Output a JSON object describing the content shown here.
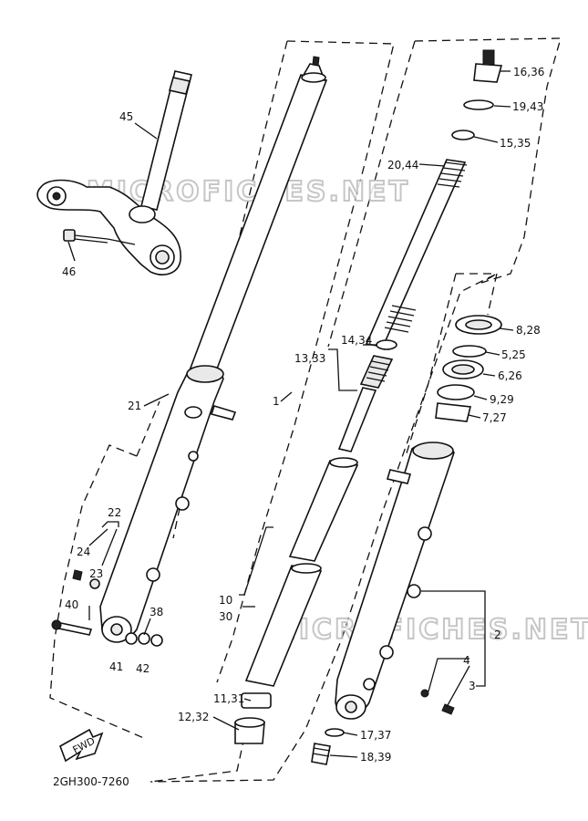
{
  "watermark": "MICROFICHES.NET",
  "diagram_code": "2GH300-7260",
  "fwd_label": "FWD",
  "callouts": {
    "c45": "45",
    "c46": "46",
    "c21": "21",
    "c1": "1",
    "c22": "22",
    "c24": "24",
    "c23": "23",
    "c40": "40",
    "c38": "38",
    "c41": "41",
    "c42": "42",
    "c16_36": "16,36",
    "c19_43": "19,43",
    "c15_35": "15,35",
    "c20_44": "20,44",
    "c14_34": "14,34",
    "c13_33": "13,33",
    "c8_28": "8,28",
    "c5_25": "5,25",
    "c6_26": "6,26",
    "c9_29": "9,29",
    "c7_27": "7,27",
    "c10": "10",
    "c30": "30",
    "c11_31": "11,31",
    "c12_32": "12,32",
    "c2": "2",
    "c4": "4",
    "c3": "3",
    "c17_37": "17,37",
    "c18_39": "18,39"
  }
}
